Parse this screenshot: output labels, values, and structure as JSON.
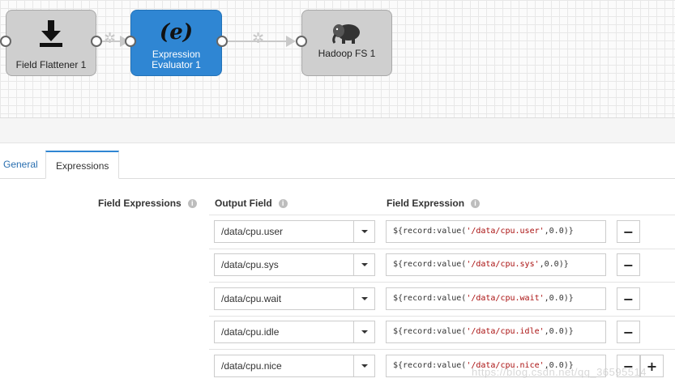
{
  "pipeline": {
    "nodes": [
      {
        "label": "Field Flattener 1",
        "icon": "download-arrow-icon"
      },
      {
        "label_line1": "Expression",
        "label_line2": "Evaluator 1",
        "icon_glyph": "(e)"
      },
      {
        "label": "Hadoop FS 1",
        "icon": "hadoop-elephant-icon"
      }
    ]
  },
  "tabs": {
    "general": "General",
    "expressions": "Expressions"
  },
  "form": {
    "field_expressions_label": "Field Expressions",
    "output_field_header": "Output Field",
    "field_expression_header": "Field Expression",
    "info_glyph": "i",
    "rows": [
      {
        "output_field": "/data/cpu.user",
        "expr_prefix": "${record:value(",
        "expr_path": "'/data/cpu.user'",
        "expr_suffix": ",0.0)}"
      },
      {
        "output_field": "/data/cpu.sys",
        "expr_prefix": "${record:value(",
        "expr_path": "'/data/cpu.sys'",
        "expr_suffix": ",0.0)}"
      },
      {
        "output_field": "/data/cpu.wait",
        "expr_prefix": "${record:value(",
        "expr_path": "'/data/cpu.wait'",
        "expr_suffix": ",0.0)}"
      },
      {
        "output_field": "/data/cpu.idle",
        "expr_prefix": "${record:value(",
        "expr_path": "'/data/cpu.idle'",
        "expr_suffix": ",0.0)}"
      },
      {
        "output_field": "/data/cpu.nice",
        "expr_prefix": "${record:value(",
        "expr_path": "'/data/cpu.nice'",
        "expr_suffix": ",0.0)}"
      }
    ],
    "remove_glyph": "−",
    "add_glyph": "+"
  },
  "watermark": "https://blog.csdn.net/qq_36595514",
  "colors": {
    "accent": "#2f86d3",
    "expr_string": "#aa1111"
  }
}
